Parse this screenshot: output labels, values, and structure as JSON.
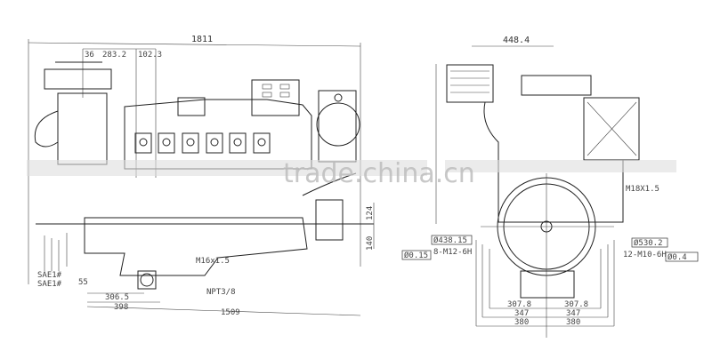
{
  "side_view": {
    "dimensions": {
      "overall_length": "1811",
      "air_filter_offset": "283.2",
      "small_offset": "36",
      "turbo_offset": "102.3",
      "crank_height": "124",
      "mount_height": "140",
      "flywheel_offset": "306.5",
      "mount_offset": "398",
      "mount_length": "1509"
    },
    "callouts": {
      "thread_m16": "M16x1.5",
      "thread_npt": "NPT3/8",
      "sae_1": "SAE1#",
      "sae_2": "SAE1#",
      "small_dim": "55"
    }
  },
  "front_view": {
    "dimensions": {
      "width_top": "448.4",
      "half_1_left": "307.8",
      "half_1_right": "307.8",
      "half_2_left": "347",
      "half_2_right": "347",
      "half_3_left": "380",
      "half_3_right": "380"
    },
    "callouts": {
      "thread_m18": "M18X1.5",
      "dia_left": "Ø438.15",
      "bolt_left": "8-M12-6H",
      "tol_left": "Ø0.15",
      "dia_right": "Ø530.2",
      "bolt_right": "12-M10-6H",
      "tol_right": "Ø0.4"
    }
  },
  "watermark": "trade.china.cn",
  "colors": {
    "line": "#222222",
    "background": "#ffffff",
    "watermark": "#bbbbbb"
  }
}
